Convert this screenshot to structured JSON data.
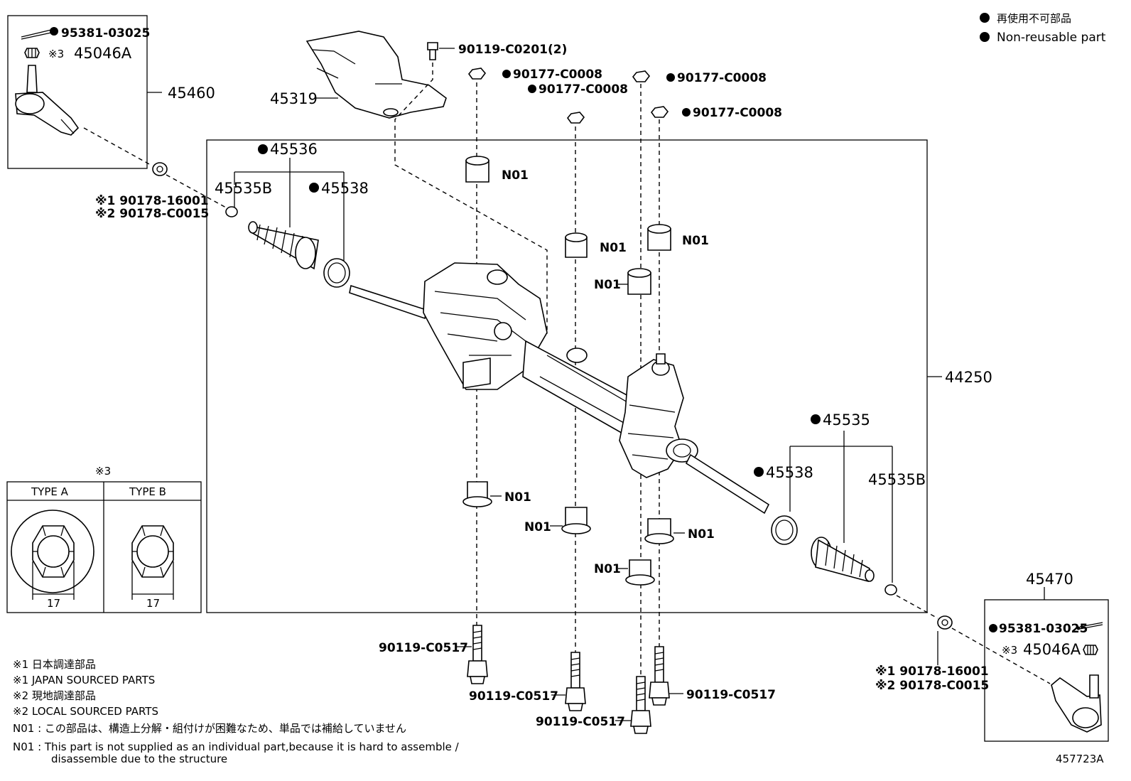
{
  "legend": {
    "line1": "再使用不可部品",
    "line2": "Non-reusable part"
  },
  "labels": {
    "p45460": "45460",
    "p95381_l": "95381-03025",
    "p45046A_l": "45046A",
    "mark3_l": "※3",
    "p45319": "45319",
    "p90119_c0201": "90119-C0201(2)",
    "p90177_a": "90177-C0008",
    "p90177_b": "90177-C0008",
    "p90177_c": "90177-C0008",
    "p90177_d": "90177-C0008",
    "p45536": "45536",
    "p45535B_l": "45535B",
    "p45538_l": "45538",
    "p90178_l1": "※1 90178-16001",
    "p90178_l2": "※2 90178-C0015",
    "p44250": "44250",
    "p45535": "45535",
    "p45538_r": "45538",
    "p45535B_r": "45535B",
    "p45470": "45470",
    "p95381_r": "95381-03025",
    "p45046A_r": "45046A",
    "mark3_r": "※3",
    "p90178_r1": "※1 90178-16001",
    "p90178_r2": "※2 90178-C0015",
    "n01": "N01",
    "bolt": "90119-C0517",
    "diagram_id": "457723A"
  },
  "type_table": {
    "mark": "※3",
    "type_a": "TYPE A",
    "type_b": "TYPE B",
    "dim_a": "17",
    "dim_b": "17"
  },
  "notes": {
    "n1": "※1 日本調達部品",
    "n2": "※1 JAPAN SOURCED PARTS",
    "n3": "※2 現地調達部品",
    "n4": "※2 LOCAL SOURCED PARTS",
    "n5": "N01 :  この部品は、構造上分解・組付けが困難なため、単品では補給していません",
    "n6": "N01 :  This part is not supplied as an individual part,because it is hard to assemble /",
    "n7": "disassemble due to the structure"
  }
}
